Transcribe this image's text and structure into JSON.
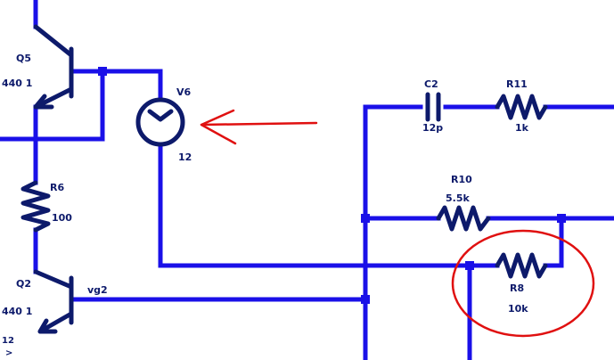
{
  "colors": {
    "wire": "#1a10e8",
    "component": "#0d1a6b",
    "annotation": "#e01010"
  },
  "components": {
    "q5": {
      "ref": "Q5",
      "part": "440 1"
    },
    "v6": {
      "ref": "V6",
      "value": "12"
    },
    "r6": {
      "ref": "R6",
      "value": "100"
    },
    "q2": {
      "ref": "Q2",
      "part": "440 1"
    },
    "c2": {
      "ref": "C2",
      "value": "12p"
    },
    "r11": {
      "ref": "R11",
      "value": "1k"
    },
    "r10": {
      "ref": "R10",
      "value": "5.5k"
    },
    "r8": {
      "ref": "R8",
      "value": "10k"
    }
  },
  "nets": {
    "vg2": "vg2"
  },
  "fragments": {
    "left_partial_1": "12",
    "left_partial_2": ">"
  }
}
